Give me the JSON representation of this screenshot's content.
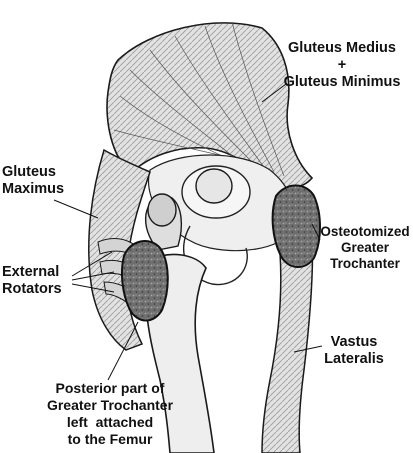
{
  "labels": {
    "gluteus_medius": {
      "line1": "Gluteus Medius",
      "line2": "+",
      "line3": "Gluteus Minimus"
    },
    "gluteus_maximus": {
      "line1": "Gluteus",
      "line2": "Maximus"
    },
    "external_rotators": {
      "line1": "External",
      "line2": "Rotators"
    },
    "osteotomized_greater_trochanter": {
      "line1": "Osteotomized",
      "line2": "Greater",
      "line3": "Trochanter"
    },
    "vastus_lateralis": {
      "line1": "Vastus",
      "line2": "Lateralis"
    },
    "posterior_greater_trochanter": {
      "line1": "Posterior part of",
      "line2": "Greater Trochanter",
      "line3": "left  attached",
      "line4": "to the Femur"
    }
  },
  "colors": {
    "ink": "#111111",
    "muscle_fill": "#d9d9d9",
    "bone_fill": "#ececec",
    "cancellous_bone": "#7a7a7a",
    "background": "#ffffff"
  }
}
